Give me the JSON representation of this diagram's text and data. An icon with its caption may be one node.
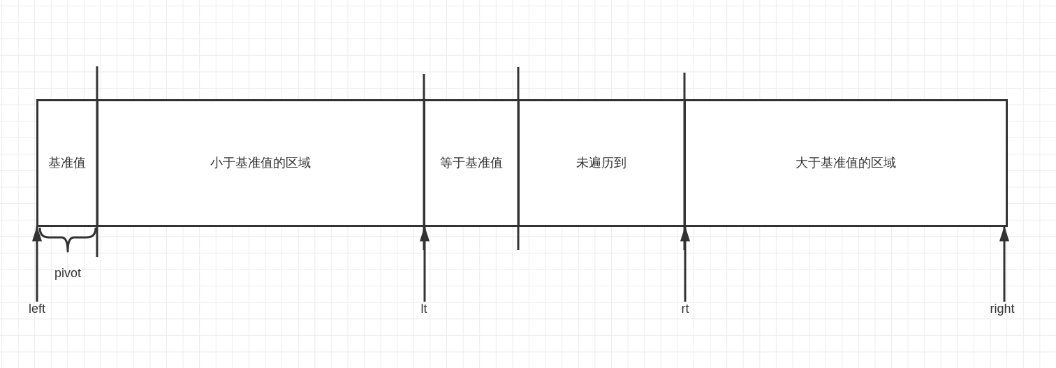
{
  "diagram": {
    "nodes": [
      {
        "text": [
          "基准值"
        ]
      },
      {
        "text": [
          "小于基准值的区域"
        ]
      },
      {
        "text": [
          "等于基准值"
        ]
      },
      {
        "text": [
          "未遍历到"
        ]
      },
      {
        "text": [
          "大于基准值的区域"
        ]
      },
      {
        "text": [
          "left"
        ]
      },
      {
        "text": [
          "lt"
        ]
      },
      {
        "text": [
          "rt"
        ]
      },
      {
        "text": [
          "right"
        ]
      }
    ],
    "edges": [
      {
        "from": 5,
        "to": 0,
        "arrow": "to"
      },
      {
        "from": 6,
        "to": 2,
        "arrow": "to"
      },
      {
        "from": 7,
        "to": 4,
        "arrow": "to"
      },
      {
        "from": 8,
        "to": 4,
        "arrow": "to"
      }
    ],
    "labels": [
      "pivot"
    ]
  }
}
